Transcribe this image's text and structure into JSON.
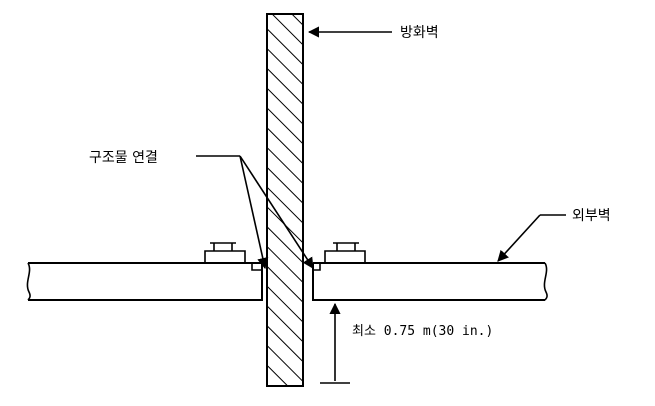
{
  "labels": {
    "firewall": "방화벽",
    "structural_connection": "구조물 연결",
    "exterior_wall": "외부벽",
    "minimum_distance": "최소 0.75 m(30 in.)"
  },
  "colors": {
    "line": "#000000",
    "background": "#ffffff"
  }
}
